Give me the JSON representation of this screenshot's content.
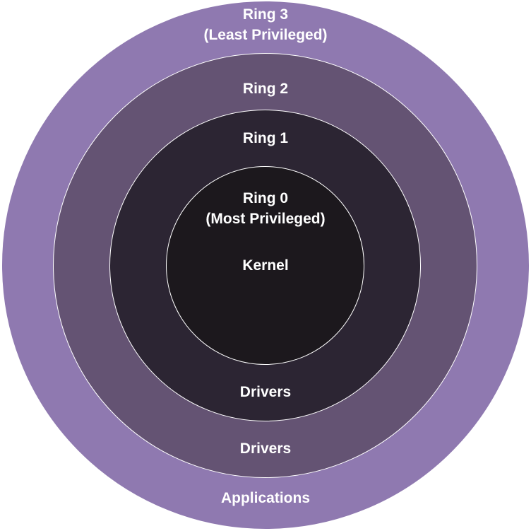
{
  "colors": {
    "ring3": "#8f79b0",
    "ring2": "#645373",
    "ring1": "#2c2533",
    "ring0": "#1c181d",
    "text": "#ffffff"
  },
  "rings": {
    "ring3": {
      "title": "Ring 3",
      "subtitle": "(Least Privileged)",
      "content": "Applications"
    },
    "ring2": {
      "title": "Ring 2",
      "content": "Drivers"
    },
    "ring1": {
      "title": "Ring 1",
      "content": "Drivers"
    },
    "ring0": {
      "title": "Ring 0",
      "subtitle": "(Most Privileged)",
      "content": "Kernel"
    }
  }
}
